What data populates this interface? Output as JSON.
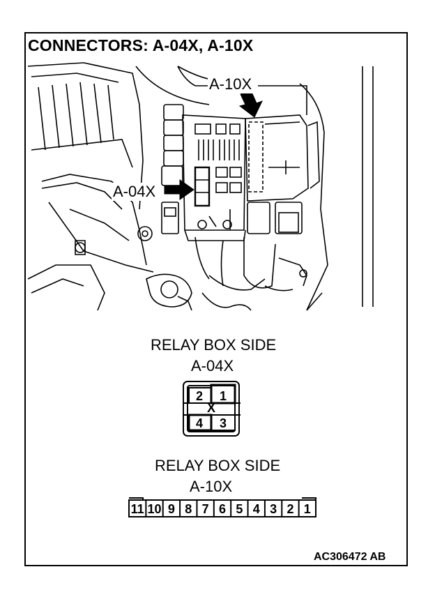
{
  "title": "CONNECTORS: A-04X, A-10X",
  "photo": {
    "callout_top": "A-10X",
    "callout_left": "A-04X"
  },
  "connector_a04x": {
    "side_label": "RELAY BOX SIDE",
    "name": "A-04X",
    "pins": [
      "2",
      "1",
      "4",
      "3"
    ],
    "center_mark": "X"
  },
  "connector_a10x": {
    "side_label": "RELAY BOX SIDE",
    "name": "A-10X",
    "pins": [
      "11",
      "10",
      "9",
      "8",
      "7",
      "6",
      "5",
      "4",
      "3",
      "2",
      "1"
    ]
  },
  "figure_code": "AC306472 AB"
}
